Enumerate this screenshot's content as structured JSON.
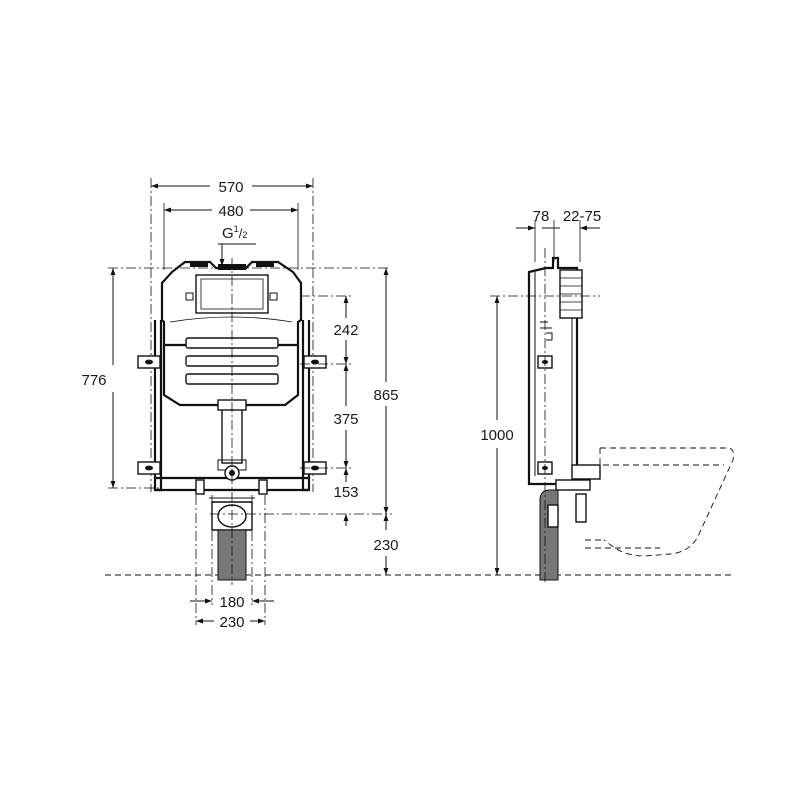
{
  "front_view": {
    "overall_width": "570",
    "fixing_width": "480",
    "inlet_connection": "G",
    "inlet_fraction_num": "1",
    "inlet_fraction_den": "2",
    "fixing_height": "776",
    "top_to_plate": "242",
    "bracket_spacing": "375",
    "overall_height": "865",
    "bracket_to_outlet": "153",
    "outlet_to_floor": "230",
    "outlet_inner_width": "180",
    "outlet_outer_width": "230"
  },
  "side_view": {
    "frame_depth": "78",
    "adjustable_depth": "22-75",
    "height_from_floor": "1000"
  }
}
